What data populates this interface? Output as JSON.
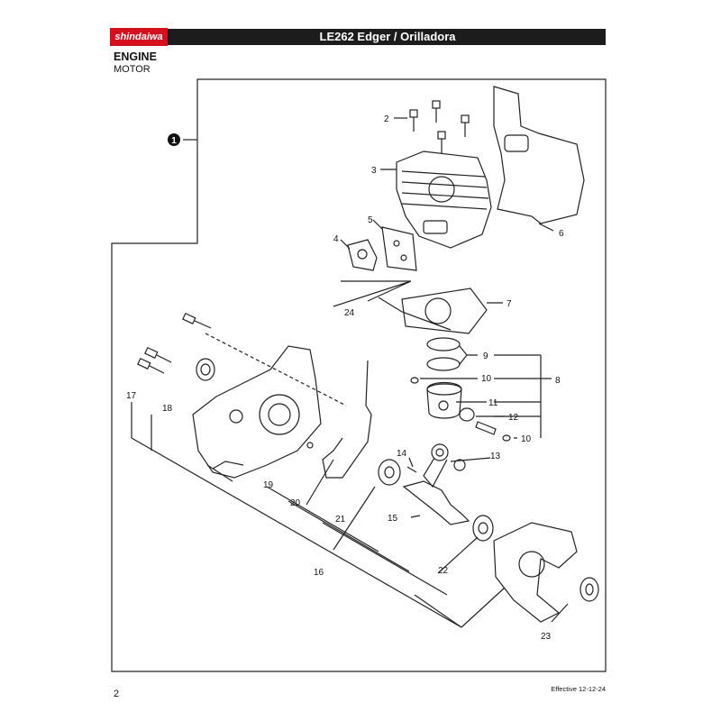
{
  "header": {
    "brand": "shindaiwa",
    "title": "LE262 Edger / Orilladora",
    "accent": "#d4101e"
  },
  "section": {
    "title": "ENGINE",
    "subtitle": "MOTOR"
  },
  "callouts": {
    "c1": "1",
    "c2": "2",
    "c3": "3",
    "c4": "4",
    "c5": "5",
    "c6": "6",
    "c7": "7",
    "c8": "8",
    "c9": "9",
    "c10a": "10",
    "c10b": "10",
    "c11": "11",
    "c12": "12",
    "c13": "13",
    "c14": "14",
    "c15": "15",
    "c16": "16",
    "c17": "17",
    "c18": "18",
    "c19": "19",
    "c20": "20",
    "c21": "21",
    "c22": "22",
    "c23": "23",
    "c24": "24"
  },
  "footer": {
    "page": "2",
    "effective": "Effective 12-12-24"
  }
}
